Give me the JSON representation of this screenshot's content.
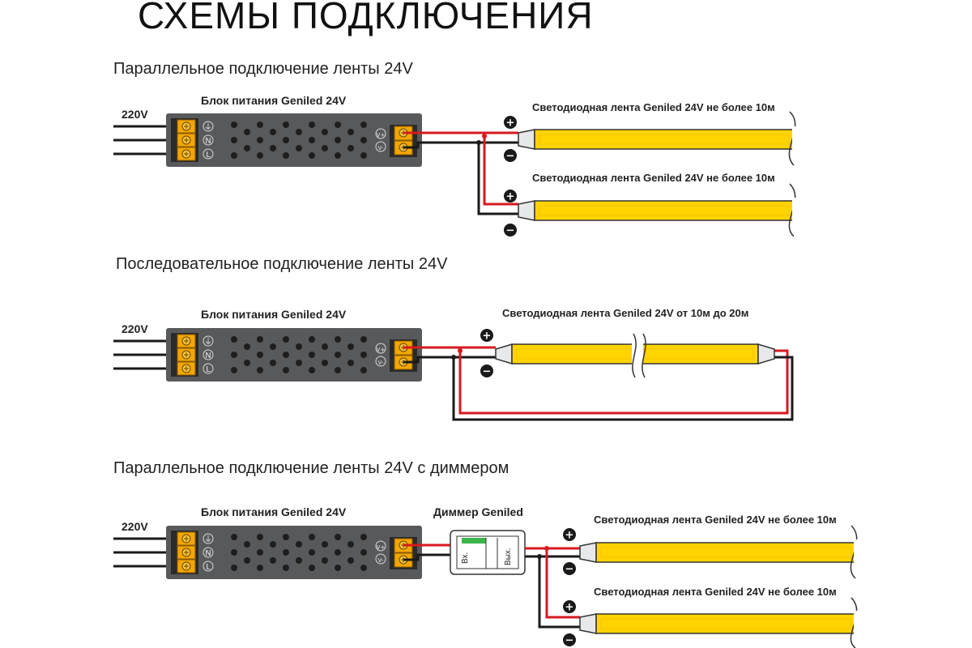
{
  "title": "СХЕМЫ ПОДКЛЮЧЕНИЯ",
  "diagram1": {
    "heading": "Параллельное подключение ленты 24V",
    "voltage": "220V",
    "psu_label": "Блок питания Geniled 24V",
    "strip1_label": "Светодиодная лента Geniled 24V не более 10м",
    "strip2_label": "Светодиодная лента Geniled 24V не более 10м"
  },
  "diagram2": {
    "heading": "Последовательное подключение ленты 24V",
    "voltage": "220V",
    "psu_label": "Блок питания Geniled 24V",
    "strip_label": "Светодиодная лента Geniled 24V от 10м до 20м"
  },
  "diagram3": {
    "heading": "Параллельное подключение ленты 24V с диммером",
    "voltage": "220V",
    "psu_label": "Блок питания Geniled 24V",
    "dimmer_label": "Диммер Geniled",
    "dimmer_in": "Вх.",
    "dimmer_out": "Вых.",
    "strip1_label": "Светодиодная лента Geniled 24V не более 10м",
    "strip2_label": "Светодиодная лента Geniled 24V не более 10м"
  },
  "psu_terminals": {
    "left": [
      "⏚",
      "N",
      "L"
    ],
    "right": [
      "V+",
      "V-"
    ]
  },
  "signs": {
    "plus": "+",
    "minus": "−"
  },
  "colors": {
    "psu_body": "#58595b",
    "terminal": "#f2a700",
    "strip": "#ffd400",
    "wire_red": "#d71920",
    "wire_black": "#1a1a1a",
    "dimmer_green": "#3db54a"
  }
}
